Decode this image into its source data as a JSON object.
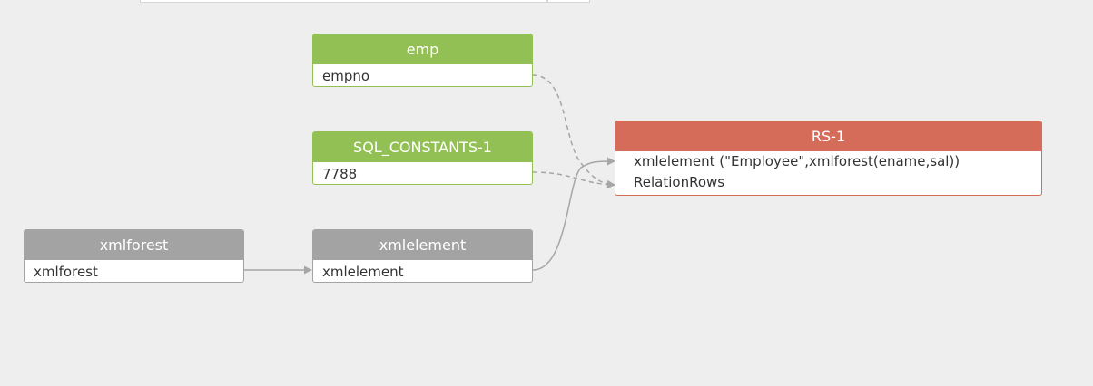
{
  "nodes": {
    "emp": {
      "title": "emp",
      "rows": [
        "empno"
      ]
    },
    "sql_constants": {
      "title": "SQL_CONSTANTS-1",
      "rows": [
        "7788"
      ]
    },
    "xmlforest": {
      "title": "xmlforest",
      "rows": [
        "xmlforest"
      ]
    },
    "xmlelement": {
      "title": "xmlelement",
      "rows": [
        "xmlelement"
      ]
    },
    "rs": {
      "title": "RS-1",
      "rows": [
        "xmlelement (\"Employee\",xmlforest(ename,sal))",
        "RelationRows"
      ]
    }
  },
  "colors": {
    "source_table": "#93c054",
    "function": "#a3a3a3",
    "result_set": "#d46c59",
    "background": "#eeeeee",
    "edge": "#a6a6a6"
  },
  "edges": [
    {
      "from": "emp.empno",
      "to": "rs.RelationRows",
      "style": "dashed"
    },
    {
      "from": "sql_constants.7788",
      "to": "rs.RelationRows",
      "style": "dashed"
    },
    {
      "from": "xmlforest.xmlforest",
      "to": "xmlelement.xmlelement",
      "style": "solid"
    },
    {
      "from": "xmlelement.xmlelement",
      "to": "rs.xmlelement",
      "style": "solid"
    }
  ]
}
